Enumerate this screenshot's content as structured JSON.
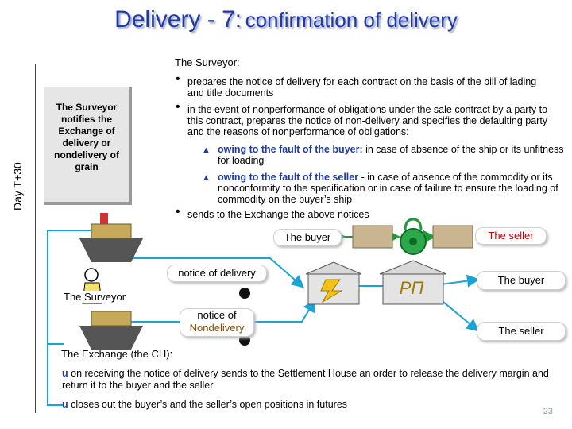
{
  "title": {
    "main": "Delivery - 7:",
    "sub": "confirmation of delivery"
  },
  "day_label": "Day T+30",
  "side_box_text": "The Surveyor notifies the Exchange of delivery or nondelivery of grain",
  "surveyor": {
    "heading": "The Surveyor:",
    "bullets": [
      "prepares the notice of delivery for each contract on the basis of the bill of lading and title documents",
      "in the event of nonperformance of obligations under the sale contract by a party to this contract, prepares the notice of non-delivery and specifies the defaulting party and the reasons of nonperformance of obligations:",
      "sends to the Exchange the above notices"
    ],
    "sub_items": [
      {
        "lead": "owing to the fault of the buyer:",
        "text": "in case of absence of the ship or its unfitness for loading"
      },
      {
        "lead": "owing to the fault of the seller",
        "text": "- in case of absence of the commodity or its nonconformity to the specification or in case of failure to ensure the loading of commodity on the buyer’s ship"
      }
    ]
  },
  "diagram": {
    "buyer_top": "The buyer",
    "seller_top": "The seller",
    "notice_delivery": "notice of delivery",
    "notice_nondelivery_1": "notice of",
    "notice_nondelivery_2": "Nondelivery",
    "surveyor_label": "The Surveyor",
    "buyer_right": "The buyer",
    "seller_right": "The seller",
    "exchange_logo": "РП"
  },
  "exchange": {
    "heading": "The Exchange (the CH):",
    "items": [
      "on receiving the notice of delivery sends to the Settlement House an order to release the delivery margin and return it to the buyer and the seller",
      "closes out the buyer’s and the seller’s open positions in futures"
    ]
  },
  "page_number": "23",
  "colors": {
    "title": "#1f3aa8",
    "line": "#1aa3d6",
    "arrow_green": "#1f9a3a",
    "seller_red": "#cc0000"
  }
}
